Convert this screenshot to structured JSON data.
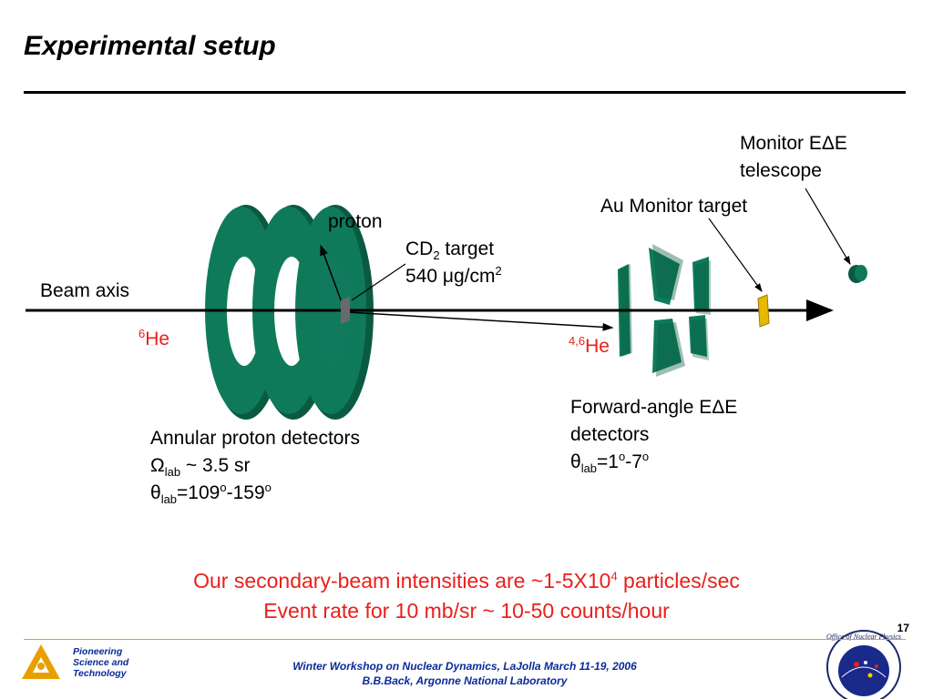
{
  "title": "Experimental setup",
  "labels": {
    "beam_axis": "Beam axis",
    "he6_sup": "6",
    "he6": "He",
    "proton": "proton",
    "cd2_line1_a": "CD",
    "cd2_line1_sub": "2",
    "cd2_line1_b": " target",
    "cd2_line2_a": "540 ",
    "cd2_line2_mu": "μ",
    "cd2_line2_b": "g/cm",
    "cd2_line2_sup": "2",
    "he46_sup": "4,6",
    "he46": "He",
    "au_monitor": "Au Monitor target",
    "monitor_line1_a": "Monitor E",
    "monitor_line1_delta": "Δ",
    "monitor_line1_b": "E",
    "monitor_line2": "telescope",
    "annular_line1": "Annular proton detectors",
    "annular_line2_sym": "Ω",
    "annular_line2_sub": "lab",
    "annular_line2_b": " ~ 3.5 sr",
    "annular_line3_sym": "θ",
    "annular_line3_sub": "lab",
    "annular_line3_a": "=109",
    "annular_line3_o1": "o",
    "annular_line3_b": "-159",
    "annular_line3_o2": "o",
    "forward_line1_a": "Forward-angle E",
    "forward_line1_delta": "Δ",
    "forward_line1_b": "E",
    "forward_line2": "detectors",
    "forward_line3_sym": "θ",
    "forward_line3_sub": "lab",
    "forward_line3_a": "=1",
    "forward_line3_o1": "o",
    "forward_line3_b": "-7",
    "forward_line3_o2": "o"
  },
  "slogan": {
    "line1_a": "Our secondary-beam intensities are ~1-5X10",
    "line1_sup": "4",
    "line1_b": " particles/sec",
    "line2": "Event rate for 10 mb/sr ~ 10-50 counts/hour"
  },
  "footer": {
    "page_number": "17",
    "org_name_1": "Pioneering",
    "org_name_2": "Science and",
    "org_name_3": "Technology",
    "workshop": "Winter Workshop on Nuclear Dynamics, LaJolla  March 11-19, 2006",
    "author": "B.B.Back, Argonne National Laboratory",
    "seal_text": "Office of Nuclear Physics"
  },
  "colors": {
    "detector_green": "#0f7a5a",
    "accent_red": "#e8201c",
    "footer_blue": "#0a2a9a",
    "au_gold": "#e8b800"
  }
}
